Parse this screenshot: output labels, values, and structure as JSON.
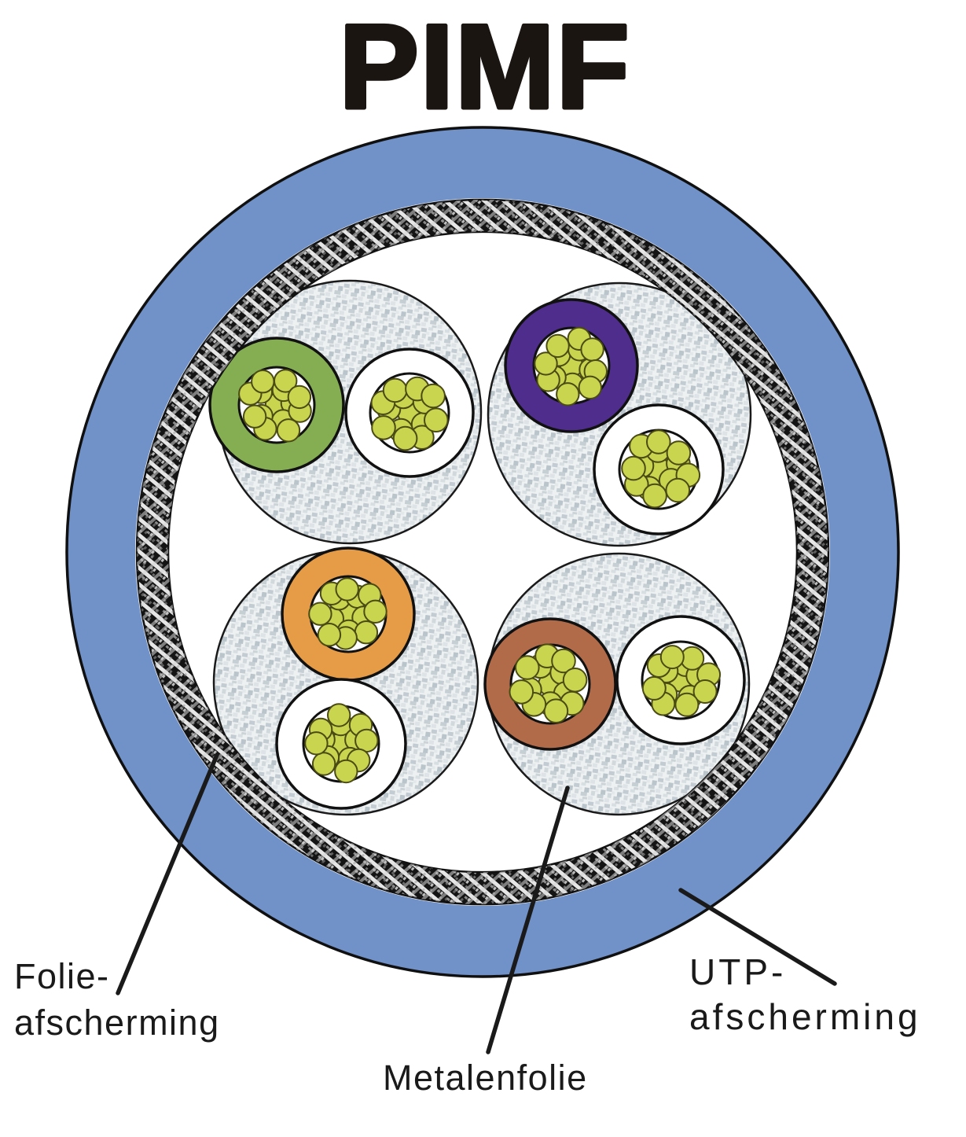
{
  "title": "PIMF",
  "annotations": {
    "folie": {
      "line1": "Folie-",
      "line2": "afscherming"
    },
    "metalenfolie": {
      "text": "Metalenfolie"
    },
    "utp": {
      "line1": "UTP-",
      "line2": "afscherming"
    }
  },
  "colors": {
    "jacket": "#7092c8",
    "insulation_green": "#85ae53",
    "insulation_violet": "#4f2d8c",
    "insulation_orange": "#e69c46",
    "insulation_brown": "#b26b49",
    "insulation_white": "#ffffff",
    "strand": "#c9d44f",
    "strand_outline": "#4a4b15",
    "leader_line": "#1a1a1a",
    "text": "#1a1a1a",
    "outline": "#111111"
  },
  "pairs": [
    {
      "colored_conductor": "green",
      "other_conductor": "white"
    },
    {
      "colored_conductor": "violet",
      "other_conductor": "white"
    },
    {
      "colored_conductor": "orange",
      "other_conductor": "white"
    },
    {
      "colored_conductor": "brown",
      "other_conductor": "white"
    }
  ]
}
